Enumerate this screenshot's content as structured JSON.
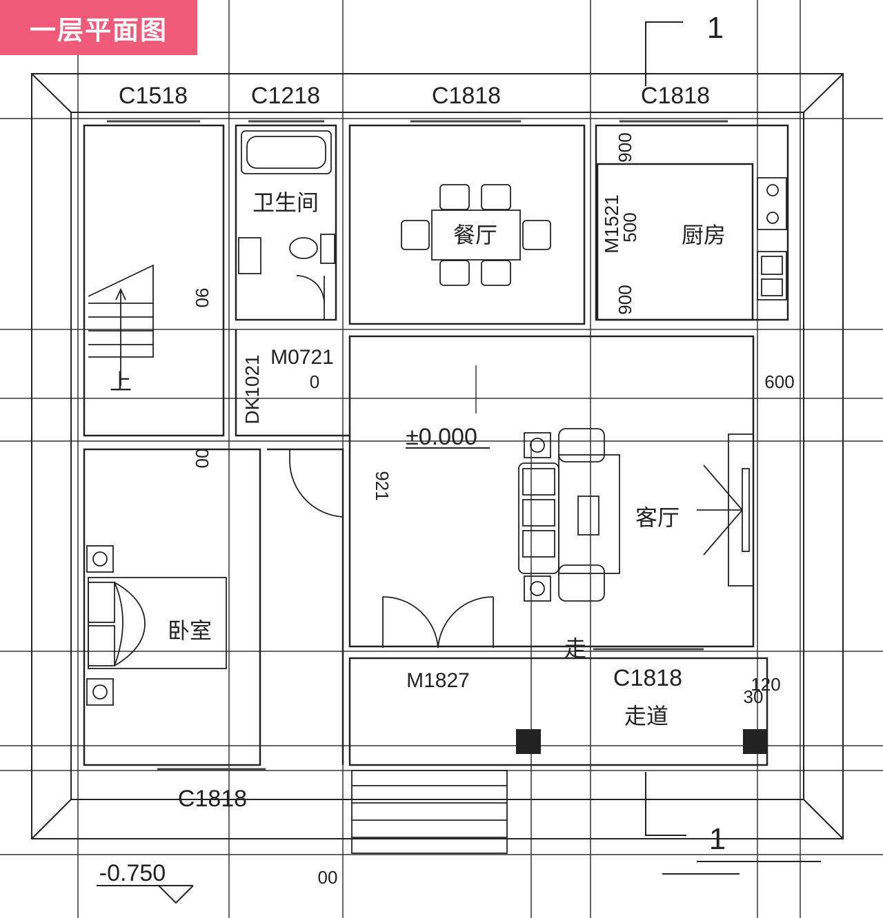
{
  "title": "一层平面图",
  "rooms": {
    "bathroom": "卫生间",
    "dining": "餐厅",
    "kitchen": "厨房",
    "living": "客厅",
    "bedroom": "卧室",
    "corridor": "走道",
    "corridor_top": "走"
  },
  "windows": {
    "top_1": "C1518",
    "top_2": "C1218",
    "top_3": "C1818",
    "top_4": "C1818",
    "corridor": "C1818",
    "bottom": "C1818"
  },
  "doors": {
    "bathroom": "M0721",
    "opening": "DK1021",
    "kitchen": "M1521",
    "entrance": "M1827"
  },
  "elevations": {
    "floor": "±0.000",
    "outside": "-0.750"
  },
  "dimensions": {
    "kitchen_top": "900",
    "kitchen_bottom": "900",
    "kitchen_mid": "500",
    "right_600": "600",
    "small_120": "120",
    "small_30": "30",
    "small_921": "921",
    "misc_00a": "00",
    "misc_00b": "00",
    "misc_0": "0",
    "misc_90": "90"
  },
  "stair": {
    "up_label": "上"
  },
  "section_marks": {
    "top": "1",
    "bottom": "1"
  },
  "colors": {
    "badge": "#ee5a78",
    "line": "#222222"
  }
}
